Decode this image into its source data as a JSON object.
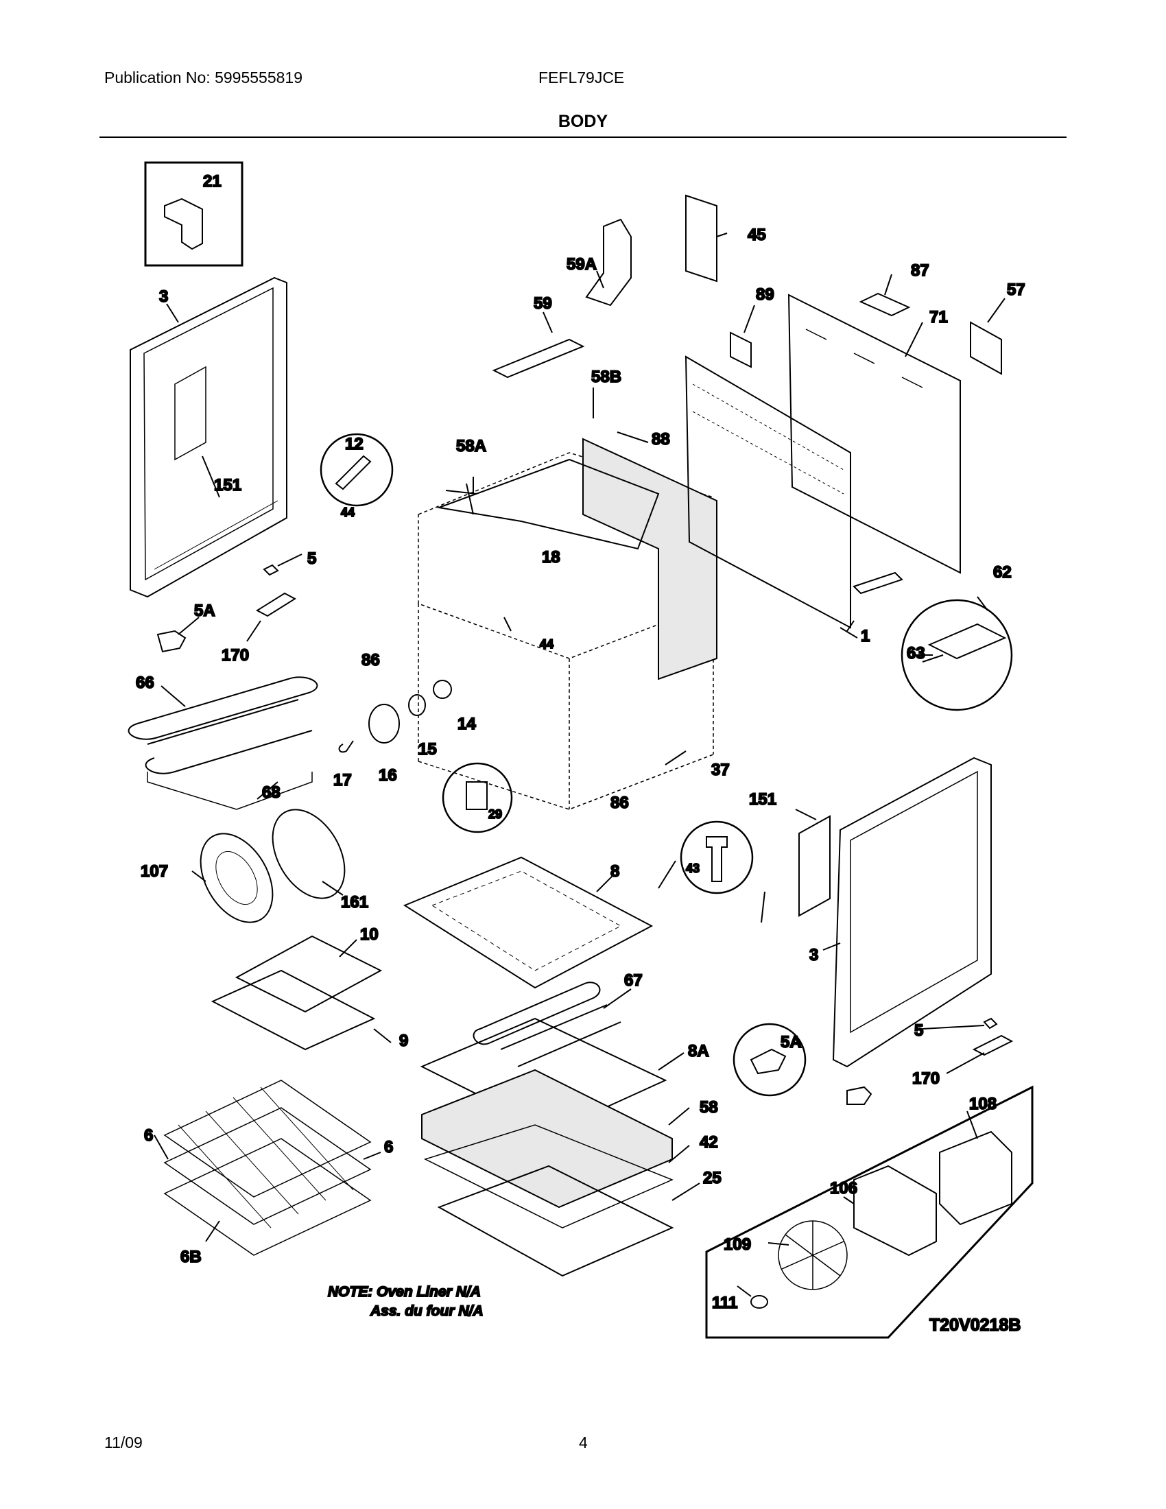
{
  "header": {
    "publication": "Publication No: 5995555819",
    "model": "FEFL79JCE",
    "title": "BODY"
  },
  "footer": {
    "date": "11/09",
    "page": "4"
  },
  "diagram": {
    "drawing_code": "T20V0218B",
    "note_line1": "NOTE: Oven Liner N/A",
    "note_line2": "Ass. du four N/A",
    "part_labels": {
      "p21": "21",
      "p3_left": "3",
      "p151_left": "151",
      "p5_left": "5",
      "p5a_left": "5A",
      "p170_left": "170",
      "p66": "66",
      "p68": "68",
      "p107": "107",
      "p161": "161",
      "p10": "10",
      "p9": "9",
      "p6_left": "6",
      "p6_right": "6",
      "p6b": "6B",
      "p12": "12",
      "p44_top": "44",
      "p58a": "58A",
      "p18": "18",
      "p86_left": "86",
      "p44_mid": "44",
      "p14": "14",
      "p15": "15",
      "p16": "16",
      "p17": "17",
      "p29": "29",
      "p86_right": "86",
      "p37": "37",
      "p59a": "59A",
      "p59": "59",
      "p45": "45",
      "p58b": "58B",
      "p88": "88",
      "p89": "89",
      "p87": "87",
      "p71": "71",
      "p57": "57",
      "p1": "1",
      "p62": "62",
      "p63": "63",
      "p151_right": "151",
      "p3_right": "3",
      "p43": "43",
      "p8": "8",
      "p67": "67",
      "p8a": "8A",
      "p58": "58",
      "p42": "42",
      "p25": "25",
      "p5a_right": "5A",
      "p5_right": "5",
      "p170_right": "170",
      "p108": "108",
      "p106": "106",
      "p109": "109",
      "p111": "111"
    }
  }
}
